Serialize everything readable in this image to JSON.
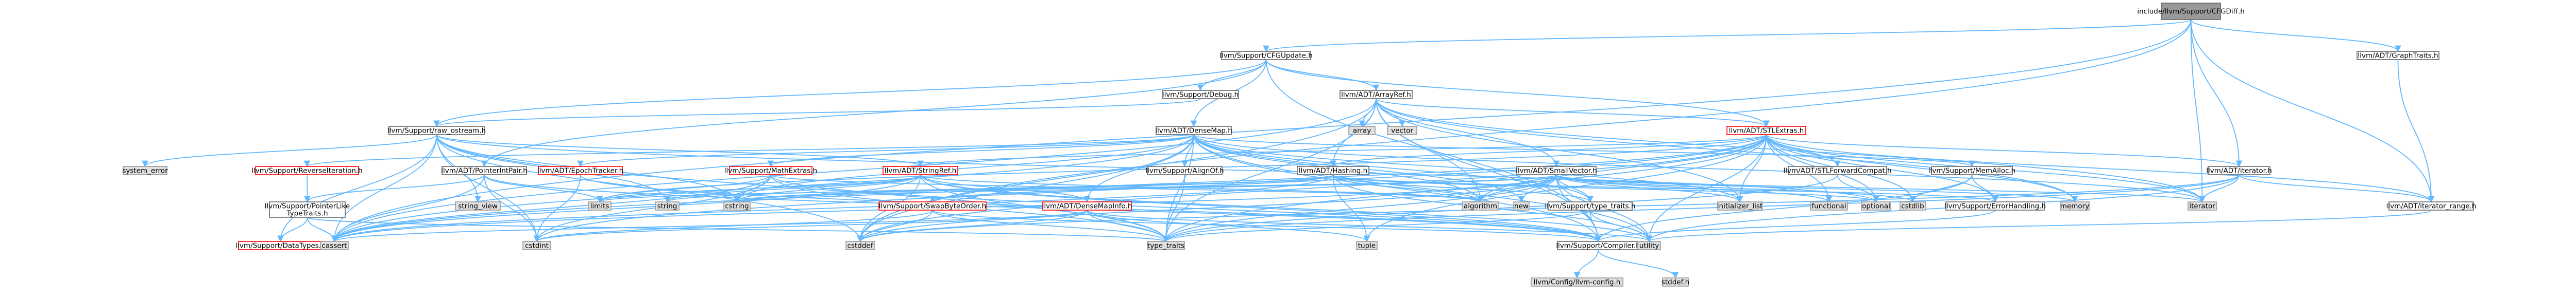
{
  "colors": {
    "focus_fill": "#999999",
    "focus_border": "#666666",
    "header_fill": "#ffffff",
    "header_border": "#666666",
    "red_fill": "#ffffff",
    "red_border": "#ff0000",
    "system_fill": "#e0e0e0",
    "system_border": "#999999",
    "edge": "#63b8ff"
  },
  "nodes": [
    {
      "id": "focus",
      "kind": "focus",
      "label": "include/llvm/Support/CFGDiff.h"
    },
    {
      "id": "cfgupdate",
      "kind": "header",
      "label": "llvm/Support/CFGUpdate.h"
    },
    {
      "id": "graphtraits",
      "kind": "header",
      "label": "llvm/ADT/GraphTraits.h"
    },
    {
      "id": "debug",
      "kind": "header",
      "label": "llvm/Support/Debug.h"
    },
    {
      "id": "arrayref",
      "kind": "header",
      "label": "llvm/ADT/ArrayRef.h"
    },
    {
      "id": "rawostream",
      "kind": "header",
      "label": "llvm/Support/raw_ostream.h"
    },
    {
      "id": "densemap",
      "kind": "header",
      "label": "llvm/ADT/DenseMap.h"
    },
    {
      "id": "stlextras",
      "kind": "red",
      "label": "llvm/ADT/STLExtras.h"
    },
    {
      "id": "array",
      "kind": "system",
      "label": "array"
    },
    {
      "id": "vector",
      "kind": "system",
      "label": "vector"
    },
    {
      "id": "systemerror",
      "kind": "system",
      "label": "system_error"
    },
    {
      "id": "reverseiter",
      "kind": "red",
      "label": "llvm/Support/ReverseIteration.h"
    },
    {
      "id": "pointerintpair",
      "kind": "header",
      "label": "llvm/ADT/PointerIntPair.h"
    },
    {
      "id": "epochtracker",
      "kind": "red",
      "label": "llvm/ADT/EpochTracker.h"
    },
    {
      "id": "mathextras",
      "kind": "red",
      "label": "llvm/Support/MathExtras.h"
    },
    {
      "id": "stringref",
      "kind": "red",
      "label": "llvm/ADT/StringRef.h"
    },
    {
      "id": "alignof",
      "kind": "header",
      "label": "llvm/Support/AlignOf.h"
    },
    {
      "id": "hashing",
      "kind": "header",
      "label": "llvm/ADT/Hashing.h"
    },
    {
      "id": "smallvector",
      "kind": "header",
      "label": "llvm/ADT/SmallVector.h"
    },
    {
      "id": "stlforward",
      "kind": "header",
      "label": "llvm/ADT/STLForwardCompat.h"
    },
    {
      "id": "memalloc",
      "kind": "header",
      "label": "llvm/Support/MemAlloc.h"
    },
    {
      "id": "adtiterator",
      "kind": "header",
      "label": "llvm/ADT/iterator.h"
    },
    {
      "id": "ptrliketypetraits",
      "kind": "header",
      "label": "llvm/Support/PointerLike\nTypeTraits.h"
    },
    {
      "id": "swapbyteorder",
      "kind": "red",
      "label": "llvm/Support/SwapByteOrder.h"
    },
    {
      "id": "densemapinfo",
      "kind": "red",
      "label": "llvm/ADT/DenseMapInfo.h"
    },
    {
      "id": "typetraits",
      "kind": "header",
      "label": "llvm/Support/type_traits.h"
    },
    {
      "id": "errorhandling",
      "kind": "header",
      "label": "llvm/Support/ErrorHandling.h"
    },
    {
      "id": "iterrange",
      "kind": "header",
      "label": "llvm/ADT/iterator_range.h"
    },
    {
      "id": "datatypes",
      "kind": "red",
      "label": "llvm/Support/DataTypes.h"
    },
    {
      "id": "compiler",
      "kind": "header",
      "label": "llvm/Support/Compiler.h"
    },
    {
      "id": "llvmconfig",
      "kind": "system",
      "label": "llvm/Config/llvm-config.h"
    },
    {
      "id": "stringview",
      "kind": "system",
      "label": "string_view"
    },
    {
      "id": "limits",
      "kind": "system",
      "label": "limits"
    },
    {
      "id": "string",
      "kind": "system",
      "label": "string"
    },
    {
      "id": "cstring",
      "kind": "system",
      "label": "cstring"
    },
    {
      "id": "algorithm",
      "kind": "system",
      "label": "algorithm"
    },
    {
      "id": "new",
      "kind": "system",
      "label": "new"
    },
    {
      "id": "initlist",
      "kind": "system",
      "label": "initializer_list"
    },
    {
      "id": "functional",
      "kind": "system",
      "label": "functional"
    },
    {
      "id": "optional",
      "kind": "system",
      "label": "optional"
    },
    {
      "id": "cstdlib",
      "kind": "system",
      "label": "cstdlib"
    },
    {
      "id": "memory",
      "kind": "system",
      "label": "memory"
    },
    {
      "id": "iterator",
      "kind": "system",
      "label": "iterator"
    },
    {
      "id": "cassert",
      "kind": "system",
      "label": "cassert"
    },
    {
      "id": "cstdint",
      "kind": "system",
      "label": "cstdint"
    },
    {
      "id": "cstddef",
      "kind": "system",
      "label": "cstddef"
    },
    {
      "id": "ttraits",
      "kind": "system",
      "label": "type_traits"
    },
    {
      "id": "tuple",
      "kind": "system",
      "label": "tuple"
    },
    {
      "id": "utility",
      "kind": "system",
      "label": "utility"
    },
    {
      "id": "stddef",
      "kind": "system",
      "label": "stddef.h"
    }
  ],
  "edges": [
    [
      "focus",
      "cfgupdate"
    ],
    [
      "focus",
      "graphtraits"
    ],
    [
      "focus",
      "adtiterator"
    ],
    [
      "focus",
      "iterrange"
    ],
    [
      "focus",
      "cassert"
    ],
    [
      "focus",
      "cstddef"
    ],
    [
      "focus",
      "iterator"
    ],
    [
      "cfgupdate",
      "arrayref"
    ],
    [
      "cfgupdate",
      "debug"
    ],
    [
      "cfgupdate",
      "rawostream"
    ],
    [
      "cfgupdate",
      "densemap"
    ],
    [
      "cfgupdate",
      "pointerintpair"
    ],
    [
      "cfgupdate",
      "stlextras"
    ],
    [
      "cfgupdate",
      "compiler"
    ],
    [
      "graphtraits",
      "iterrange"
    ],
    [
      "debug",
      "rawostream"
    ],
    [
      "arrayref",
      "compiler"
    ],
    [
      "arrayref",
      "hashing"
    ],
    [
      "arrayref",
      "smallvector"
    ],
    [
      "arrayref",
      "stlextras"
    ],
    [
      "arrayref",
      "algorithm"
    ],
    [
      "arrayref",
      "array"
    ],
    [
      "arrayref",
      "cassert"
    ],
    [
      "arrayref",
      "cstddef"
    ],
    [
      "arrayref",
      "initlist"
    ],
    [
      "arrayref",
      "iterator"
    ],
    [
      "arrayref",
      "memory"
    ],
    [
      "arrayref",
      "ttraits"
    ],
    [
      "arrayref",
      "vector"
    ],
    [
      "rawostream",
      "stringref"
    ],
    [
      "rawostream",
      "datatypes"
    ],
    [
      "rawostream",
      "cassert"
    ],
    [
      "rawostream",
      "cstddef"
    ],
    [
      "rawostream",
      "cstdint"
    ],
    [
      "rawostream",
      "cstring"
    ],
    [
      "rawostream",
      "optional"
    ],
    [
      "rawostream",
      "string"
    ],
    [
      "rawostream",
      "stringview"
    ],
    [
      "rawostream",
      "systemerror"
    ],
    [
      "rawostream",
      "ttraits"
    ],
    [
      "densemap",
      "densemapinfo"
    ],
    [
      "densemap",
      "epochtracker"
    ],
    [
      "densemap",
      "alignof"
    ],
    [
      "densemap",
      "compiler"
    ],
    [
      "densemap",
      "mathextras"
    ],
    [
      "densemap",
      "memalloc"
    ],
    [
      "densemap",
      "reverseiter"
    ],
    [
      "densemap",
      "typetraits"
    ],
    [
      "densemap",
      "algorithm"
    ],
    [
      "densemap",
      "cassert"
    ],
    [
      "densemap",
      "cstddef"
    ],
    [
      "densemap",
      "cstring"
    ],
    [
      "densemap",
      "initlist"
    ],
    [
      "densemap",
      "iterator"
    ],
    [
      "densemap",
      "new"
    ],
    [
      "densemap",
      "ttraits"
    ],
    [
      "densemap",
      "utility"
    ],
    [
      "stlextras",
      "hashing"
    ],
    [
      "stlextras",
      "stlforward"
    ],
    [
      "stlextras",
      "adtiterator"
    ],
    [
      "stlextras",
      "iterrange"
    ],
    [
      "stlextras",
      "errorhandling"
    ],
    [
      "stlextras",
      "algorithm"
    ],
    [
      "stlextras",
      "cassert"
    ],
    [
      "stlextras",
      "cstddef"
    ],
    [
      "stlextras",
      "cstdint"
    ],
    [
      "stlextras",
      "cstdlib"
    ],
    [
      "stlextras",
      "functional"
    ],
    [
      "stlextras",
      "initlist"
    ],
    [
      "stlextras",
      "iterator"
    ],
    [
      "stlextras",
      "limits"
    ],
    [
      "stlextras",
      "memory"
    ],
    [
      "stlextras",
      "optional"
    ],
    [
      "stlextras",
      "tuple"
    ],
    [
      "stlextras",
      "ttraits"
    ],
    [
      "stlextras",
      "utility"
    ],
    [
      "reverseiter",
      "ptrliketypetraits"
    ],
    [
      "pointerintpair",
      "ptrliketypetraits"
    ],
    [
      "pointerintpair",
      "compiler"
    ],
    [
      "pointerintpair",
      "cassert"
    ],
    [
      "pointerintpair",
      "cstdint"
    ],
    [
      "pointerintpair",
      "limits"
    ],
    [
      "ptrliketypetraits",
      "datatypes"
    ],
    [
      "ptrliketypetraits",
      "cassert"
    ],
    [
      "ptrliketypetraits",
      "ttraits"
    ],
    [
      "epochtracker",
      "compiler"
    ],
    [
      "epochtracker",
      "cstdint"
    ],
    [
      "mathextras",
      "compiler"
    ],
    [
      "mathextras",
      "algorithm"
    ],
    [
      "mathextras",
      "cassert"
    ],
    [
      "mathextras",
      "cstdint"
    ],
    [
      "mathextras",
      "cstring"
    ],
    [
      "mathextras",
      "limits"
    ],
    [
      "mathextras",
      "ttraits"
    ],
    [
      "stringref",
      "densemapinfo"
    ],
    [
      "stringref",
      "stlextras"
    ],
    [
      "stringref",
      "compiler"
    ],
    [
      "stringref",
      "algorithm"
    ],
    [
      "stringref",
      "cassert"
    ],
    [
      "stringref",
      "cstddef"
    ],
    [
      "stringref",
      "cstring"
    ],
    [
      "stringref",
      "limits"
    ],
    [
      "stringref",
      "string"
    ],
    [
      "stringref",
      "ttraits"
    ],
    [
      "stringref",
      "utility"
    ],
    [
      "alignof",
      "ttraits"
    ],
    [
      "hashing",
      "errorhandling"
    ],
    [
      "hashing",
      "swapbyteorder"
    ],
    [
      "hashing",
      "typetraits"
    ],
    [
      "hashing",
      "algorithm"
    ],
    [
      "hashing",
      "cassert"
    ],
    [
      "hashing",
      "cstring"
    ],
    [
      "hashing",
      "optional"
    ],
    [
      "hashing",
      "string"
    ],
    [
      "hashing",
      "tuple"
    ],
    [
      "hashing",
      "utility"
    ],
    [
      "smallvector",
      "compiler"
    ],
    [
      "smallvector",
      "typetraits"
    ],
    [
      "smallvector",
      "algorithm"
    ],
    [
      "smallvector",
      "cassert"
    ],
    [
      "smallvector",
      "cstddef"
    ],
    [
      "smallvector",
      "cstdlib"
    ],
    [
      "smallvector",
      "cstring"
    ],
    [
      "smallvector",
      "functional"
    ],
    [
      "smallvector",
      "initlist"
    ],
    [
      "smallvector",
      "iterator"
    ],
    [
      "smallvector",
      "limits"
    ],
    [
      "smallvector",
      "memory"
    ],
    [
      "smallvector",
      "new"
    ],
    [
      "smallvector",
      "ttraits"
    ],
    [
      "smallvector",
      "utility"
    ],
    [
      "stlforward",
      "optional"
    ],
    [
      "stlforward",
      "ttraits"
    ],
    [
      "memalloc",
      "compiler"
    ],
    [
      "memalloc",
      "errorhandling"
    ],
    [
      "memalloc",
      "cstdlib"
    ],
    [
      "adtiterator",
      "iterrange"
    ],
    [
      "adtiterator",
      "cstddef"
    ],
    [
      "adtiterator",
      "iterator"
    ],
    [
      "adtiterator",
      "ttraits"
    ],
    [
      "adtiterator",
      "utility"
    ],
    [
      "swapbyteorder",
      "compiler"
    ],
    [
      "swapbyteorder",
      "cstddef"
    ],
    [
      "swapbyteorder",
      "cstdint"
    ],
    [
      "swapbyteorder",
      "ttraits"
    ],
    [
      "densemapinfo",
      "cassert"
    ],
    [
      "densemapinfo",
      "cstddef"
    ],
    [
      "densemapinfo",
      "cstdint"
    ],
    [
      "densemapinfo",
      "tuple"
    ],
    [
      "densemapinfo",
      "ttraits"
    ],
    [
      "densemapinfo",
      "utility"
    ],
    [
      "typetraits",
      "compiler"
    ],
    [
      "typetraits",
      "ttraits"
    ],
    [
      "typetraits",
      "utility"
    ],
    [
      "errorhandling",
      "compiler"
    ],
    [
      "iterrange",
      "utility"
    ],
    [
      "compiler",
      "llvmconfig"
    ],
    [
      "compiler",
      "stddef"
    ]
  ]
}
